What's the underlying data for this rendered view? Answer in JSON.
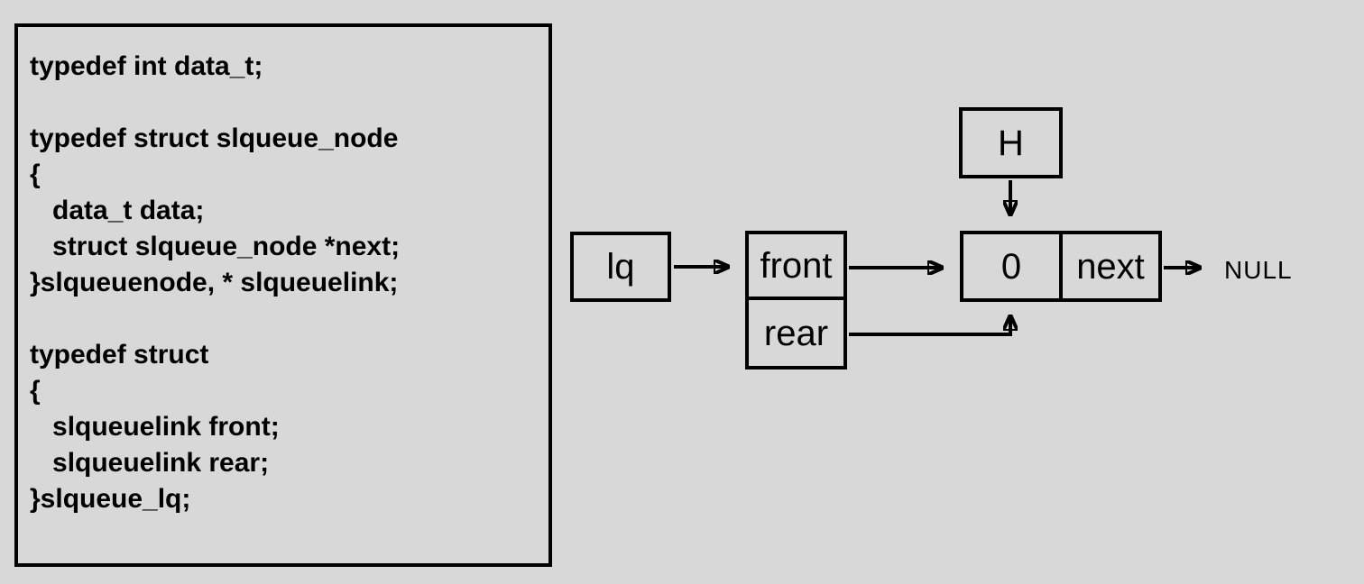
{
  "colors": {
    "background": "#d8d8d8",
    "ink": "#000000"
  },
  "code_panel": {
    "text": "typedef int data_t;\n\ntypedef struct slqueue_node\n{\n   data_t data;\n   struct slqueue_node *next;\n}slqueuenode, * slqueuelink;\n\ntypedef struct\n{\n   slqueuelink front;\n   slqueuelink rear;\n}slqueue_lq;"
  },
  "diagram": {
    "queue_variable": {
      "label": "lq"
    },
    "queue_struct": {
      "front_label": "front",
      "rear_label": "rear"
    },
    "head_pointer": {
      "label": "H"
    },
    "node": {
      "data_value": "0",
      "next_label": "next"
    },
    "null_label": "NULL"
  }
}
